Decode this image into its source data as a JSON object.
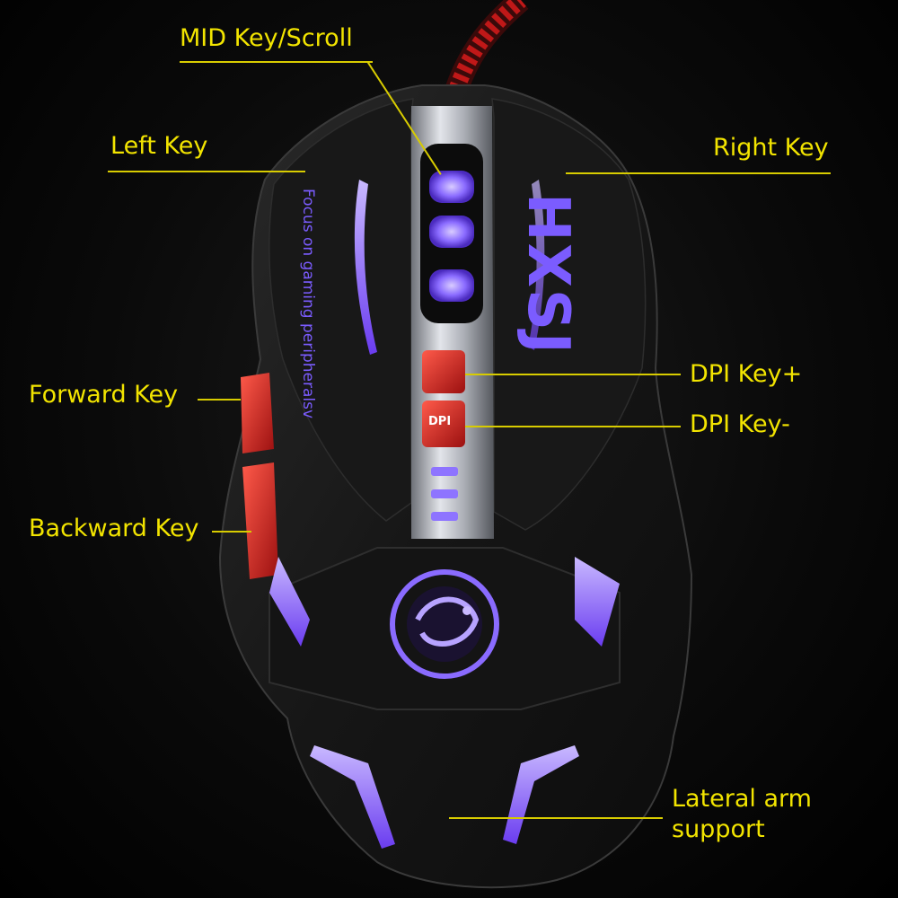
{
  "product": {
    "brand_logo": "HXSJ",
    "side_slogan": "Focus on gaming peripheralsv",
    "dpi_plus_badge": "",
    "dpi_minus_badge": "DPI"
  },
  "callouts": {
    "mid_key": "MID Key/Scroll",
    "left_key": "Left Key",
    "right_key": "Right Key",
    "dpi_plus": "DPI Key+",
    "dpi_minus": "DPI Key-",
    "forward_key": "Forward Key",
    "backward_key": "Backward Key",
    "lateral_arm_line1": "Lateral arm",
    "lateral_arm_line2": "support"
  },
  "colors": {
    "label_text": "#f2e400",
    "led_glow": "#7b5cff",
    "accent_red": "#d81e1e",
    "body": "#1b1b1b",
    "chrome": "#b9bcc2"
  }
}
